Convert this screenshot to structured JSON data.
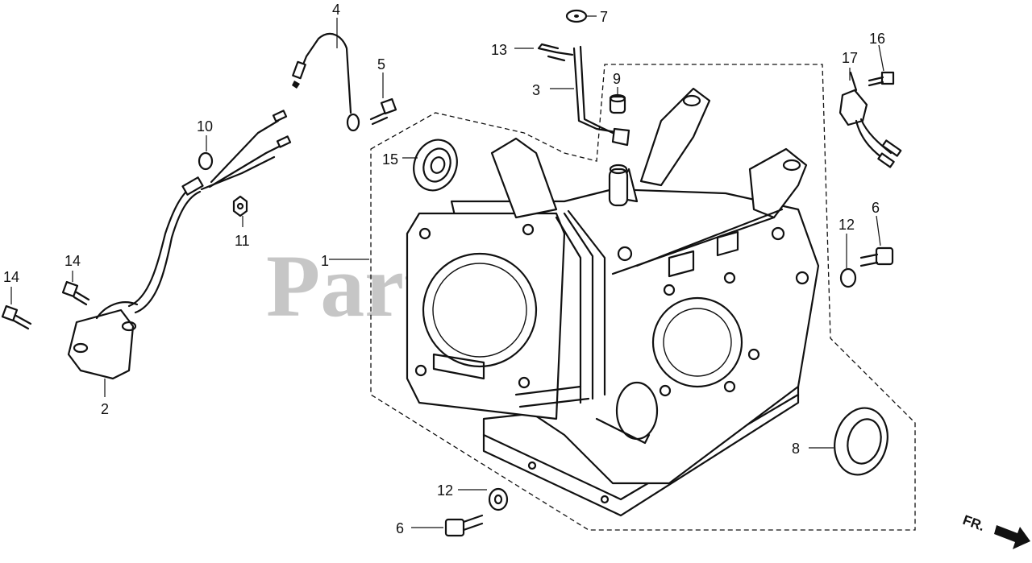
{
  "watermark": "PartsTree",
  "direction_label": "FR.",
  "callouts": {
    "c1": "1",
    "c2": "2",
    "c3": "3",
    "c4": "4",
    "c5": "5",
    "c6a": "6",
    "c6b": "6",
    "c7": "7",
    "c8": "8",
    "c9": "9",
    "c10": "10",
    "c11": "11",
    "c12a": "12",
    "c12b": "12",
    "c13": "13",
    "c14a": "14",
    "c14b": "14",
    "c15": "15",
    "c16": "16",
    "c17": "17"
  }
}
